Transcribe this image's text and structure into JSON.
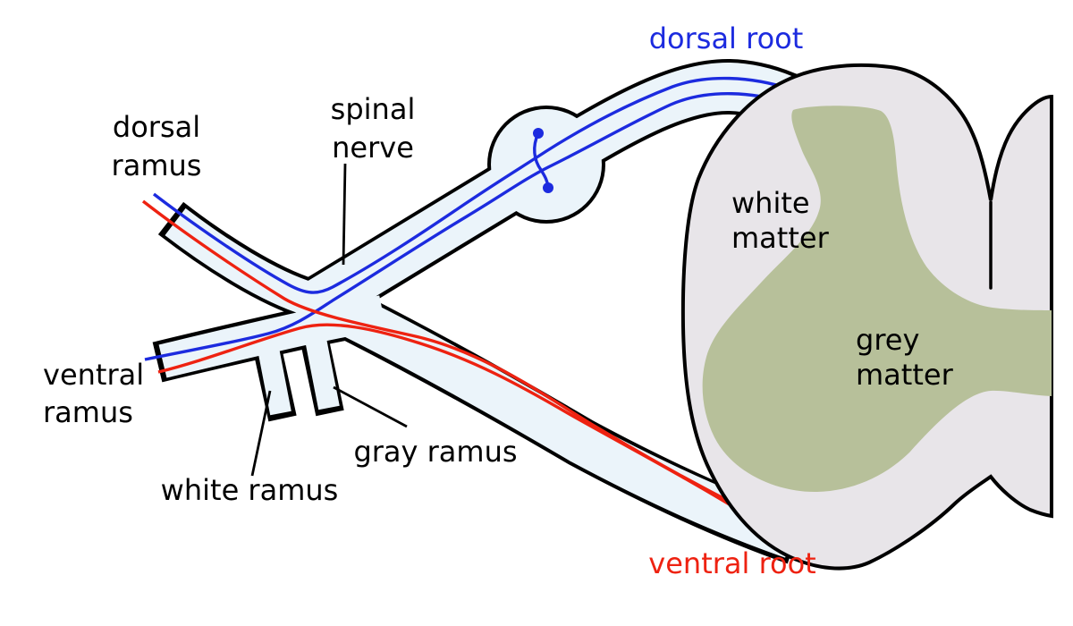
{
  "colors": {
    "background": "#ffffff",
    "outline": "#000000",
    "nerve_fill": "#ebf4fa",
    "white_matter_fill": "#e8e5e9",
    "grey_matter_fill": "#b7c09a",
    "sensory_blue": "#1c2bdf",
    "motor_red": "#ee2211",
    "label_black": "#000000"
  },
  "labels": {
    "dorsal_ramus": {
      "line1": "dorsal",
      "line2": "ramus"
    },
    "spinal_nerve": {
      "line1": "spinal",
      "line2": "nerve"
    },
    "dorsal_root": {
      "text": "dorsal root"
    },
    "ventral_ramus": {
      "line1": "ventral",
      "line2": "ramus"
    },
    "white_ramus": {
      "text": "white ramus"
    },
    "gray_ramus": {
      "text": "gray ramus"
    },
    "ventral_root": {
      "text": "ventral root"
    },
    "white_matter": {
      "line1": "white",
      "line2": "matter"
    },
    "grey_matter": {
      "line1": "grey",
      "line2": "matter"
    }
  }
}
